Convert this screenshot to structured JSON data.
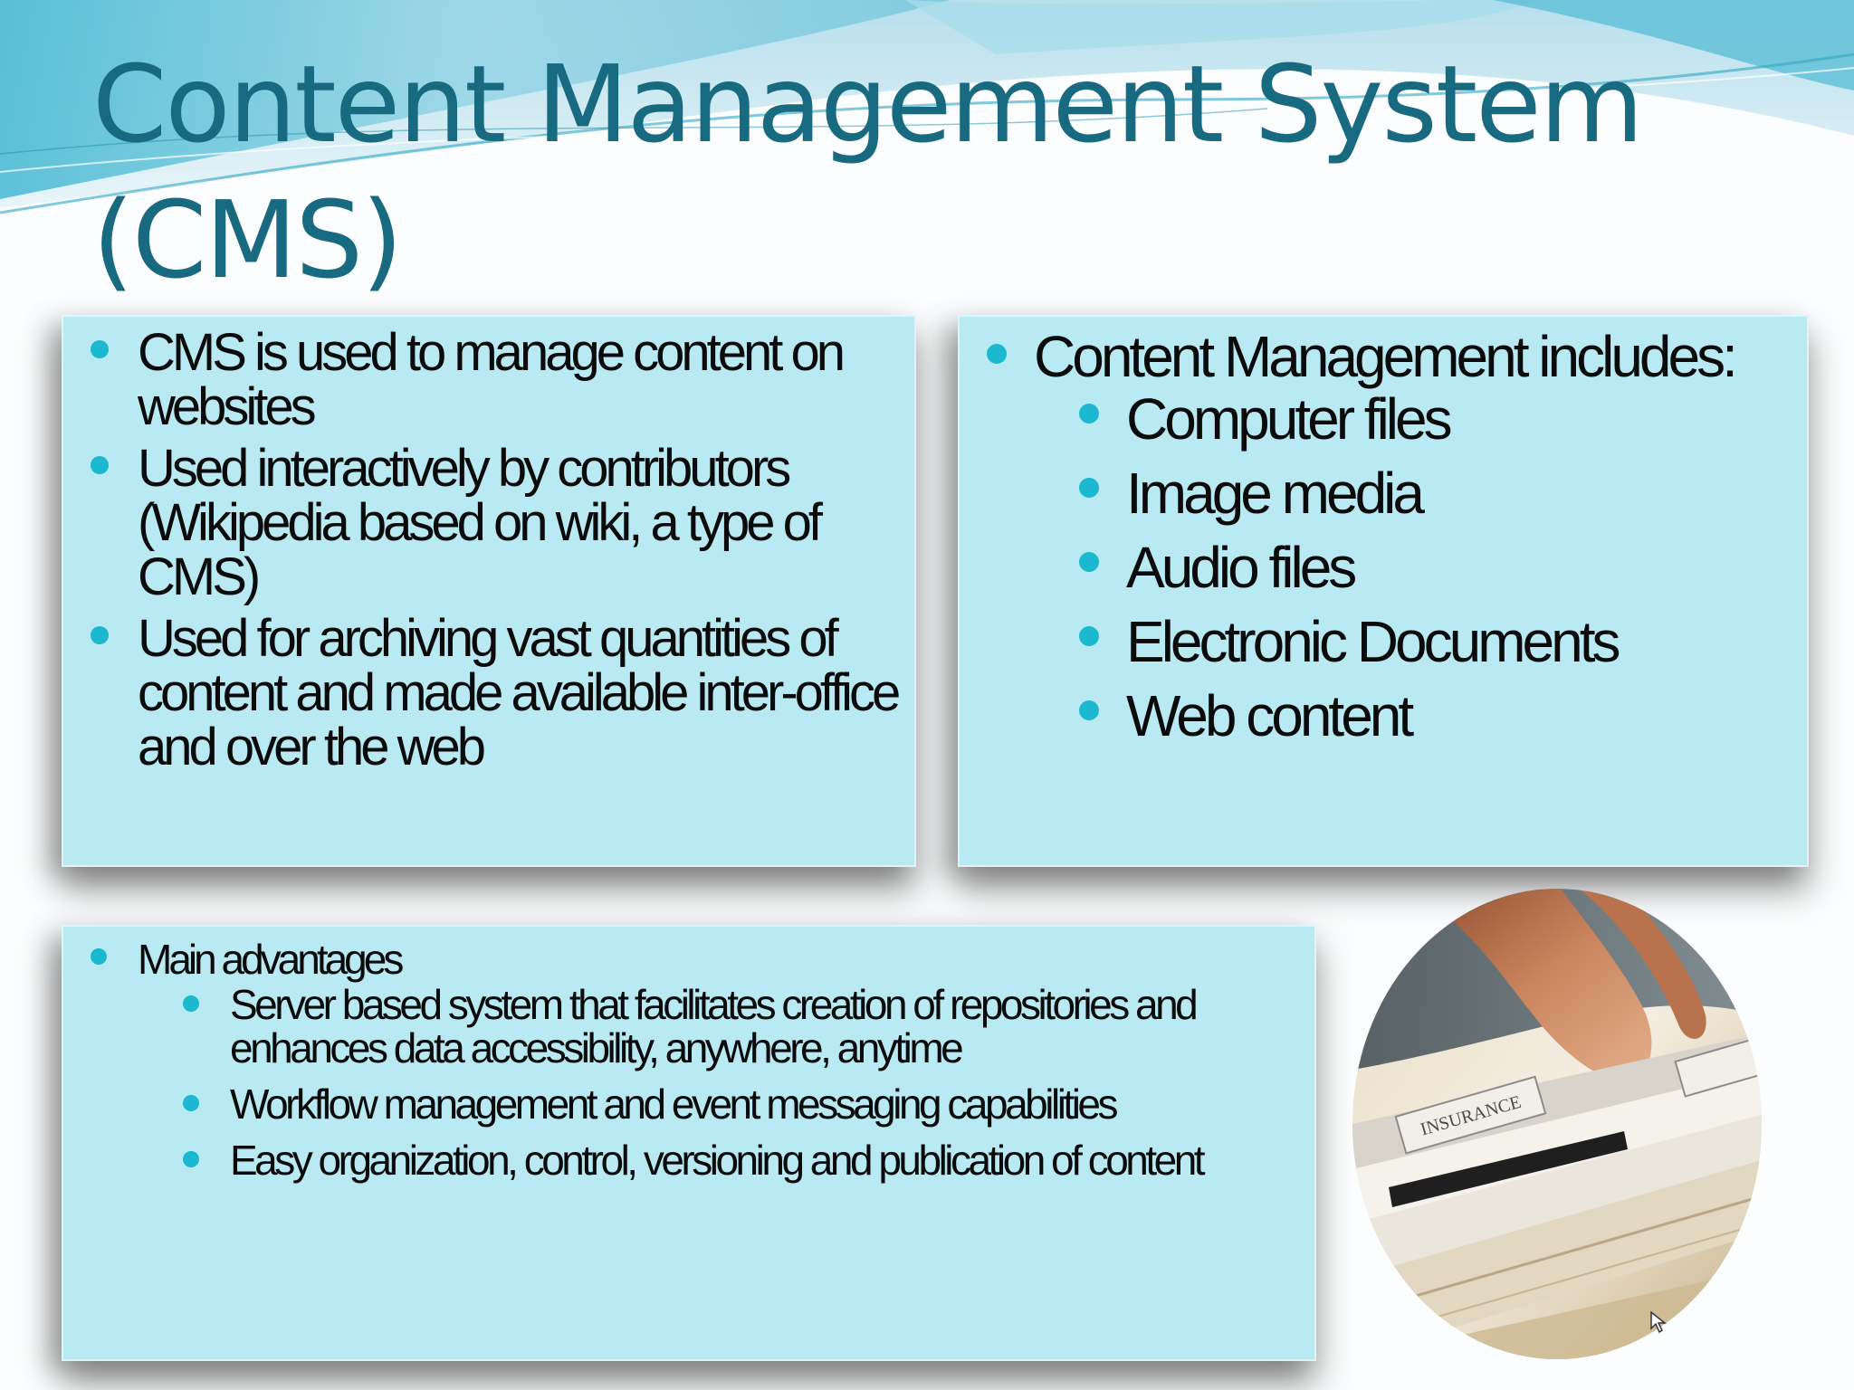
{
  "slide": {
    "title_line1": "Content Management System",
    "title_line2": "(CMS)"
  },
  "left_box": {
    "bullets": [
      "CMS is used to manage content on websites",
      "Used interactively by contributors (Wikipedia based on wiki, a type of CMS)",
      "Used for archiving vast quantities of content and made available inter-office and over the web"
    ]
  },
  "right_box": {
    "heading": "Content Management includes:",
    "items": [
      "Computer files",
      "Image media",
      "Audio files",
      "Electronic Documents",
      "Web content"
    ]
  },
  "bottom_box": {
    "heading": "Main advantages",
    "items": [
      "Server based system that facilitates creation of repositories and enhances data accessibility, anywhere, anytime",
      "Workflow management and event messaging capabilities",
      "Easy organization, control, versioning and publication of content"
    ]
  },
  "photo": {
    "tab_label": "INSURANCE",
    "icon": "photo-of-hand-on-file-folders"
  },
  "colors": {
    "title": "#186a80",
    "box_fill": "#b9eaf3",
    "bullet": "#1bb8d0",
    "swoosh": "#7cc8dc"
  }
}
